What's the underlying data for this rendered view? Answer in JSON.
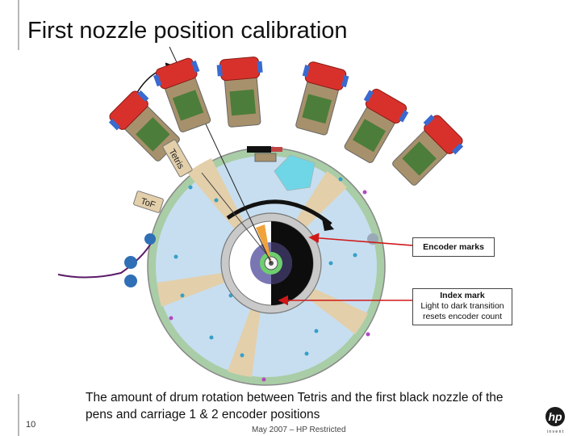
{
  "title": "First nozzle position calibration",
  "labels": {
    "tetris": "Tetris",
    "tof": "ToF"
  },
  "callouts": {
    "encoder_marks": "Encoder marks",
    "index_mark_title": "Index mark",
    "index_mark_line1": "Light to dark transition",
    "index_mark_line2": "resets encoder count"
  },
  "caption": "The amount of drum rotation between Tetris and the first black nozzle of the pens and carriage 1 & 2 encoder positions",
  "footer": {
    "page_number": "10",
    "date_text": "May 2007 – HP Restricted",
    "logo_text": "hp",
    "logo_subtext": "i n v e n t"
  },
  "colors": {
    "drum_fill": "#c7def0",
    "drum_rim": "#a9cda6",
    "cartridge_red": "#d8312b",
    "cartridge_body": "#a7916c",
    "arrow_red": "#d01818",
    "path_purple": "#5a1a66",
    "roller_blue": "#2f6fb6"
  }
}
